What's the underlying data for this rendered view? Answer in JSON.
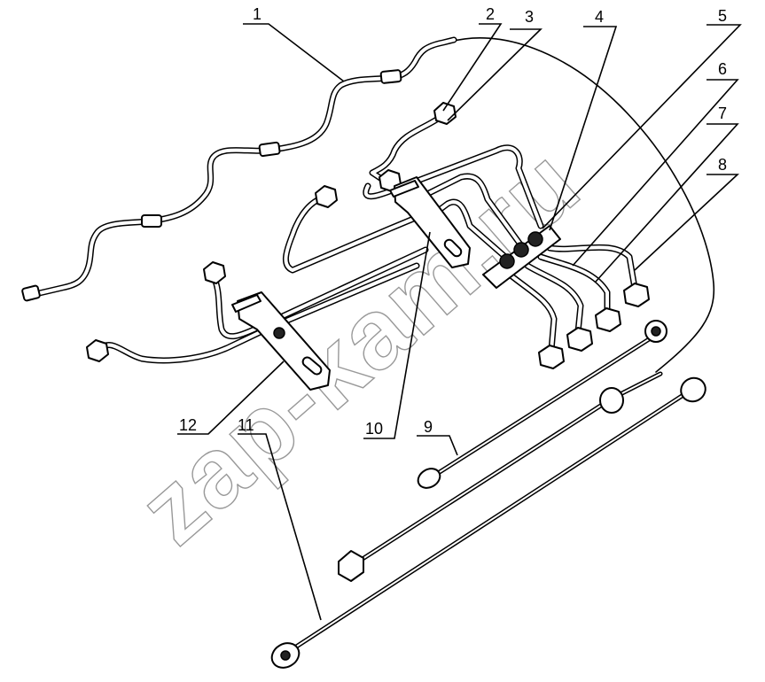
{
  "diagram": {
    "callouts": [
      {
        "id": "1",
        "text": "1"
      },
      {
        "id": "2",
        "text": "2"
      },
      {
        "id": "3",
        "text": "3"
      },
      {
        "id": "4",
        "text": "4"
      },
      {
        "id": "5",
        "text": "5"
      },
      {
        "id": "6",
        "text": "6"
      },
      {
        "id": "7",
        "text": "7"
      },
      {
        "id": "8",
        "text": "8"
      },
      {
        "id": "9",
        "text": "9"
      },
      {
        "id": "10",
        "text": "10"
      },
      {
        "id": "11",
        "text": "11"
      },
      {
        "id": "12",
        "text": "12"
      }
    ],
    "watermark": "zap-kam.ru"
  }
}
